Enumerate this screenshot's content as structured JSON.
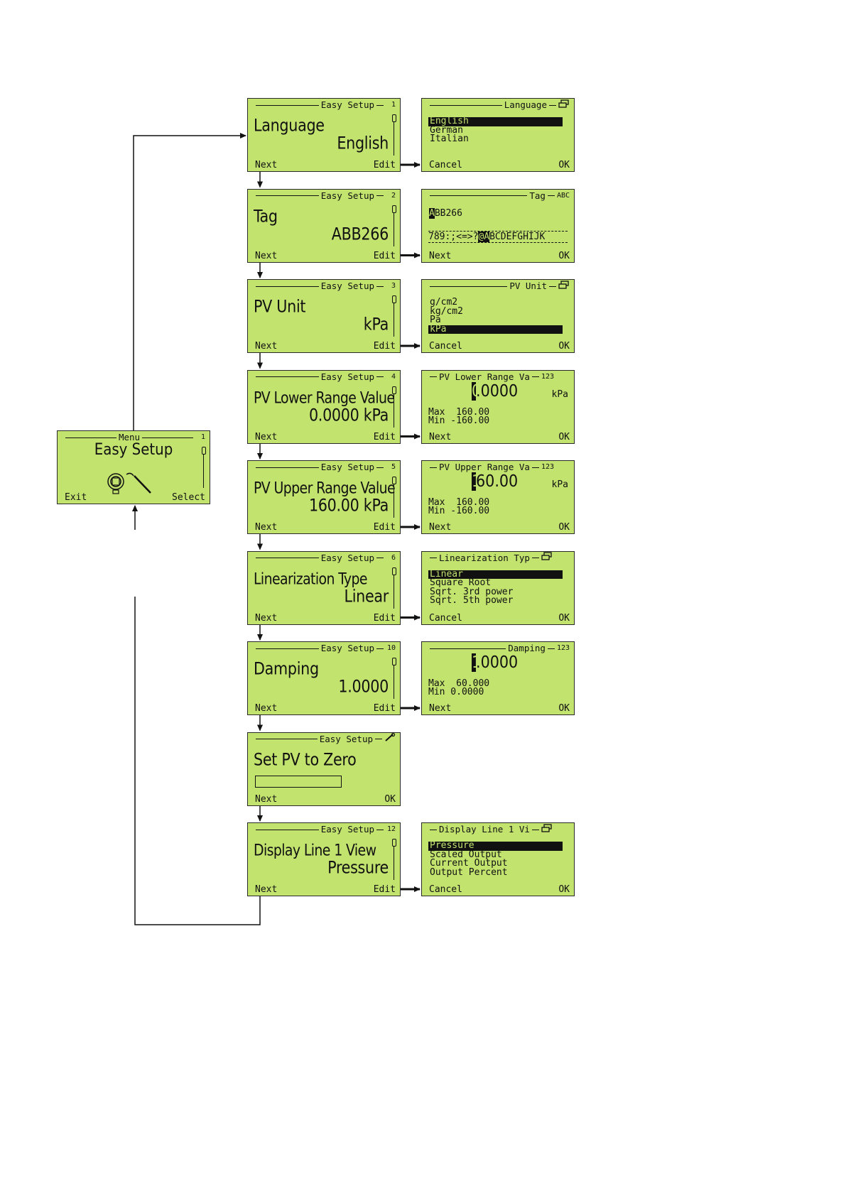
{
  "menu": {
    "title": "Menu",
    "index": "1",
    "item": "Easy Setup",
    "left_key": "Exit",
    "right_key": "Select"
  },
  "steps": [
    {
      "title": "Easy Setup",
      "index": "1",
      "label": "Language",
      "value": "English",
      "left_key": "Next",
      "right_key": "Edit",
      "detail": {
        "kind": "list",
        "title": "Language",
        "icon": "list-icon",
        "options": [
          "English",
          "German",
          "Italian"
        ],
        "selected": 0,
        "left_key": "Cancel",
        "right_key": "OK"
      }
    },
    {
      "title": "Easy Setup",
      "index": "2",
      "label": "Tag",
      "value": "ABB266",
      "left_key": "Next",
      "right_key": "Edit",
      "detail": {
        "kind": "text",
        "title": "Tag",
        "icon_text": "ABC",
        "cursor_char": "A",
        "value_rest": "BB266",
        "charset_before": "789:;<=>?",
        "charset_cursor": "@A",
        "charset_after": "BCDEFGHIJK",
        "left_key": "Next",
        "right_key": "OK"
      }
    },
    {
      "title": "Easy Setup",
      "index": "3",
      "label": "PV Unit",
      "value": "kPa",
      "left_key": "Next",
      "right_key": "Edit",
      "detail": {
        "kind": "list",
        "title": "PV Unit",
        "icon": "list-icon",
        "options": [
          "g/cm2",
          "kg/cm2",
          "Pa",
          "kPa"
        ],
        "selected": 3,
        "left_key": "Cancel",
        "right_key": "OK"
      }
    },
    {
      "title": "Easy Setup",
      "index": "4",
      "label": "PV Lower Range Value",
      "value": "0.0000 kPa",
      "left_key": "Next",
      "right_key": "Edit",
      "detail": {
        "kind": "number",
        "title": "PV Lower Range Va",
        "icon_text": "123",
        "number_first": "0",
        "number_rest": ".0000",
        "unit": "kPa",
        "max_label": "Max",
        "max_value": "160.00",
        "min_label": "Min",
        "min_value": "-160.00",
        "left_key": "Next",
        "right_key": "OK"
      }
    },
    {
      "title": "Easy Setup",
      "index": "5",
      "label": "PV Upper Range Value",
      "value": "160.00 kPa",
      "left_key": "Next",
      "right_key": "Edit",
      "detail": {
        "kind": "number",
        "title": "PV Upper Range Va",
        "icon_text": "123",
        "number_first": "1",
        "number_rest": "60.00",
        "unit": "kPa",
        "max_label": "Max",
        "max_value": "160.00",
        "min_label": "Min",
        "min_value": "-160.00",
        "left_key": "Next",
        "right_key": "OK"
      }
    },
    {
      "title": "Easy Setup",
      "index": "6",
      "label": "Linearization Type",
      "value": "Linear",
      "left_key": "Next",
      "right_key": "Edit",
      "detail": {
        "kind": "list",
        "title": "Linearization Typ",
        "icon": "list-icon",
        "options": [
          "Linear",
          "Square Root",
          "Sqrt. 3rd power",
          "Sqrt. 5th power"
        ],
        "selected": 0,
        "left_key": "Cancel",
        "right_key": "OK"
      }
    },
    {
      "title": "Easy Setup",
      "index": "10",
      "label": "Damping",
      "value": "1.0000",
      "left_key": "Next",
      "right_key": "Edit",
      "detail": {
        "kind": "number",
        "title": "Damping",
        "icon_text": "123",
        "number_first": "1",
        "number_rest": ".0000",
        "unit": "",
        "max_label": "Max",
        "max_value": "60.000",
        "min_label": "Min",
        "min_value": "0.0000",
        "left_key": "Next",
        "right_key": "OK"
      }
    },
    {
      "title": "Easy Setup",
      "index": "",
      "icon": "wrench-icon",
      "label": "Set PV to Zero",
      "value": "",
      "left_key": "Next",
      "right_key": "OK",
      "progress": 0,
      "detail": null
    },
    {
      "title": "Easy Setup",
      "index": "12",
      "label": "Display Line 1 View",
      "value": "Pressure",
      "left_key": "Next",
      "right_key": "Edit",
      "detail": {
        "kind": "list",
        "title": "Display Line 1 Vi",
        "icon": "list-icon",
        "options": [
          "Pressure",
          "Scaled Output",
          "Current Output",
          "Output Percent"
        ],
        "selected": 0,
        "left_key": "Cancel",
        "right_key": "OK"
      }
    }
  ]
}
